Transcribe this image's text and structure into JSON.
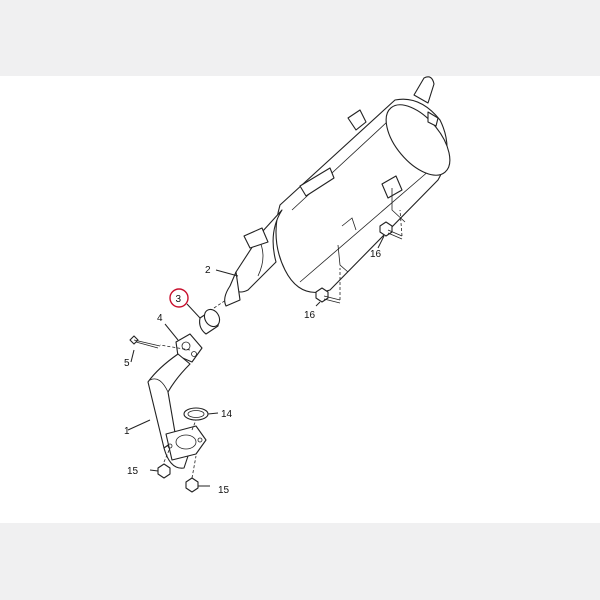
{
  "callouts": {
    "c1": "1",
    "c2": "2",
    "c3": "3",
    "c4": "4",
    "c5": "5",
    "c14": "14",
    "c15a": "15",
    "c15b": "15",
    "c16a": "16",
    "c16b": "16"
  },
  "highlight": {
    "callout": "3",
    "color": "#c8102e"
  }
}
